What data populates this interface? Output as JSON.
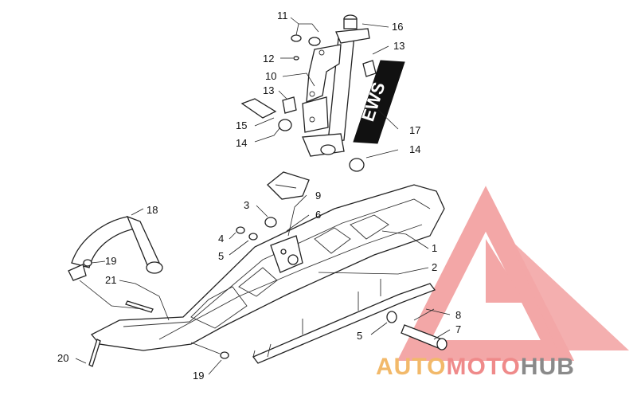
{
  "callouts": [
    {
      "key": "p11",
      "label": "11"
    },
    {
      "key": "p16",
      "label": "16"
    },
    {
      "key": "p13a",
      "label": "13"
    },
    {
      "key": "p12",
      "label": "12"
    },
    {
      "key": "p10",
      "label": "10"
    },
    {
      "key": "p13b",
      "label": "13"
    },
    {
      "key": "p15",
      "label": "15"
    },
    {
      "key": "p14a",
      "label": "14"
    },
    {
      "key": "p17",
      "label": "17"
    },
    {
      "key": "p14b",
      "label": "14"
    },
    {
      "key": "p18",
      "label": "18"
    },
    {
      "key": "p3",
      "label": "3"
    },
    {
      "key": "p9",
      "label": "9"
    },
    {
      "key": "p6",
      "label": "6"
    },
    {
      "key": "p4",
      "label": "4"
    },
    {
      "key": "p5a",
      "label": "5"
    },
    {
      "key": "p1",
      "label": "1"
    },
    {
      "key": "p19a",
      "label": "19"
    },
    {
      "key": "p2",
      "label": "2"
    },
    {
      "key": "p21",
      "label": "21"
    },
    {
      "key": "p8",
      "label": "8"
    },
    {
      "key": "p7",
      "label": "7"
    },
    {
      "key": "p5b",
      "label": "5"
    },
    {
      "key": "p20",
      "label": "20"
    },
    {
      "key": "p19b",
      "label": "19"
    }
  ],
  "decal": {
    "text": "EWS"
  },
  "watermark": {
    "part_auto": "AUTO",
    "part_moto": "MOTO",
    "part_hub": "HUB",
    "colors": {
      "auto": "#f2b96a",
      "moto": "#ef8a8a",
      "hub": "#8a8a8a",
      "logo": "#ef8a8a"
    }
  }
}
